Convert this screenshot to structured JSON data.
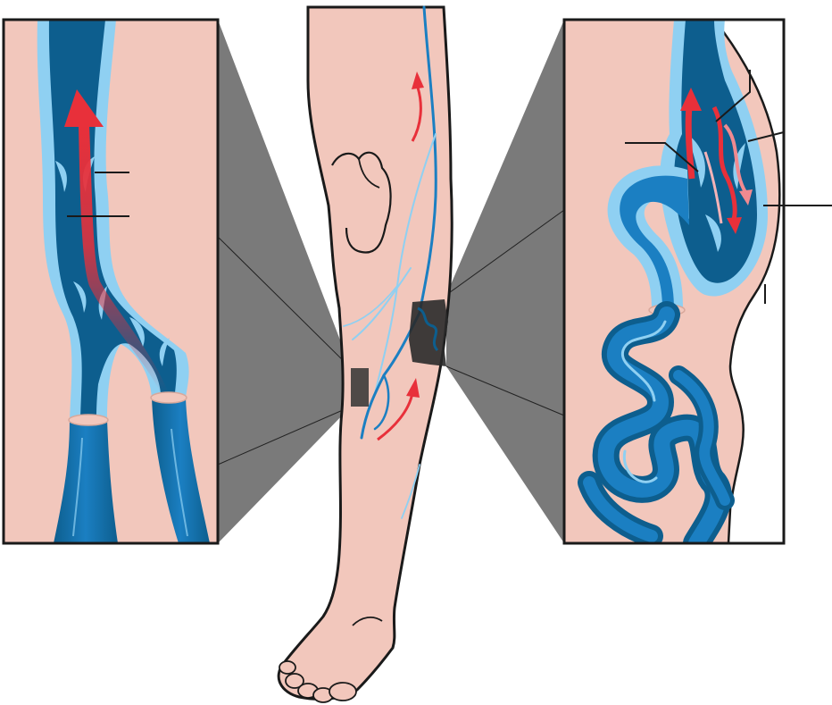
{
  "colors": {
    "skin": "#f2c7bc",
    "outline": "#1a1a1a",
    "vein_dark": "#0d5e8e",
    "vein_mid": "#1b7fc2",
    "vein_light": "#8fd0f2",
    "blood_arrow": "#e8303a",
    "zoom_shade": "#4d4d4d",
    "zoom_box": "#333333"
  },
  "panels": {
    "left": {
      "subject": "healthy-vein-valves",
      "flow": "upward"
    },
    "right": {
      "subject": "varicose-vein-backflow",
      "flow": "reflux"
    }
  },
  "labels": {
    "left": [
      "",
      ""
    ],
    "right": [
      "",
      "",
      "",
      ""
    ]
  }
}
